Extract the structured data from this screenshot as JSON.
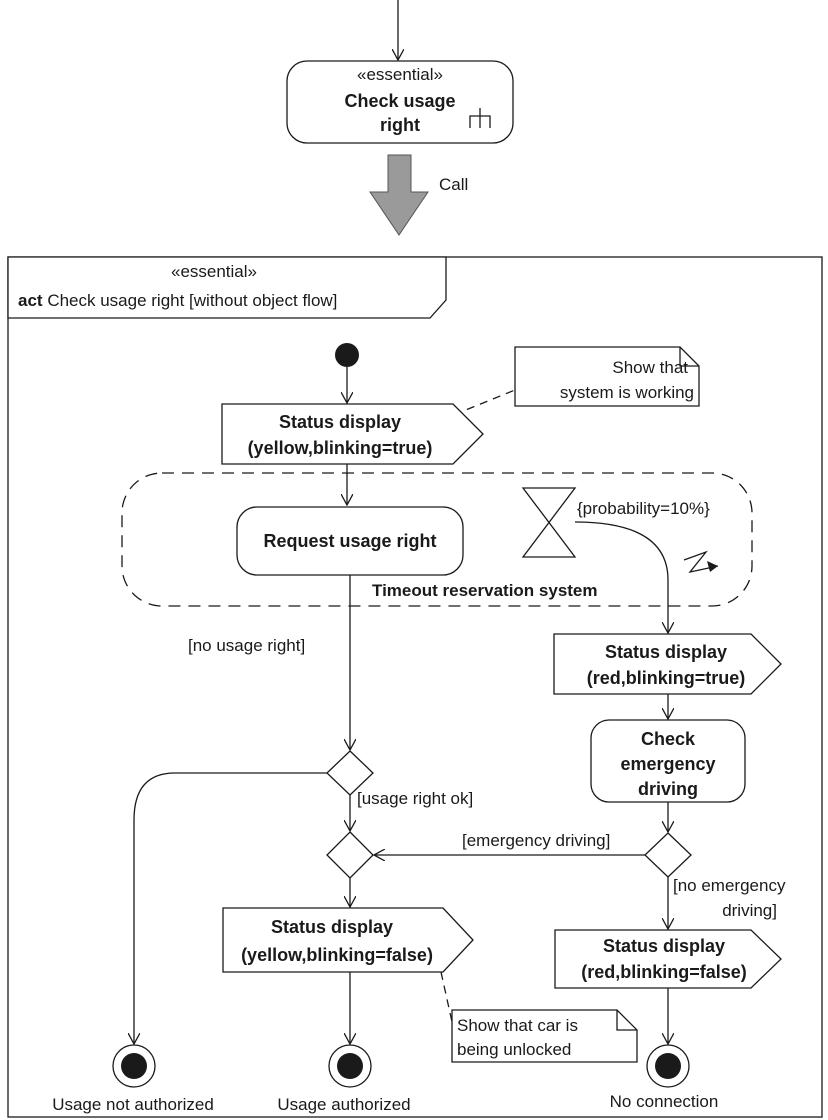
{
  "caller": {
    "stereotype": "«essential»",
    "action_line1": "Check usage",
    "action_line2": "right",
    "call_label": "Call"
  },
  "frame": {
    "stereotype": "«essential»",
    "keyword": "act",
    "name": "Check usage right [without object flow]"
  },
  "notes": {
    "working_line1": "Show that",
    "working_line2": "system is working",
    "unlock_line1": "Show that car is",
    "unlock_line2": "being unlocked"
  },
  "nodes": {
    "status_yellow_blink_line1": "Status display",
    "status_yellow_blink_line2": "(yellow,blinking=true)",
    "request_usage_right": "Request usage right",
    "probability": "{probability=10%}",
    "timeout_region": "Timeout reservation system",
    "status_red_blink_line1": "Status display",
    "status_red_blink_line2": "(red,blinking=true)",
    "check_emergency_line1": "Check",
    "check_emergency_line2": "emergency",
    "check_emergency_line3": "driving",
    "status_yellow_noblink_line1": "Status display",
    "status_yellow_noblink_line2": "(yellow,blinking=false)",
    "status_red_noblink_line1": "Status display",
    "status_red_noblink_line2": "(red,blinking=false)"
  },
  "guards": {
    "no_usage_right": "[no usage right]",
    "usage_right_ok": "[usage right ok]",
    "emergency_driving": "[emergency driving]",
    "no_emergency_line1": "[no emergency",
    "no_emergency_line2": "driving]"
  },
  "finals": {
    "not_authorized": "Usage not authorized",
    "authorized": "Usage authorized",
    "no_connection": "No connection"
  }
}
